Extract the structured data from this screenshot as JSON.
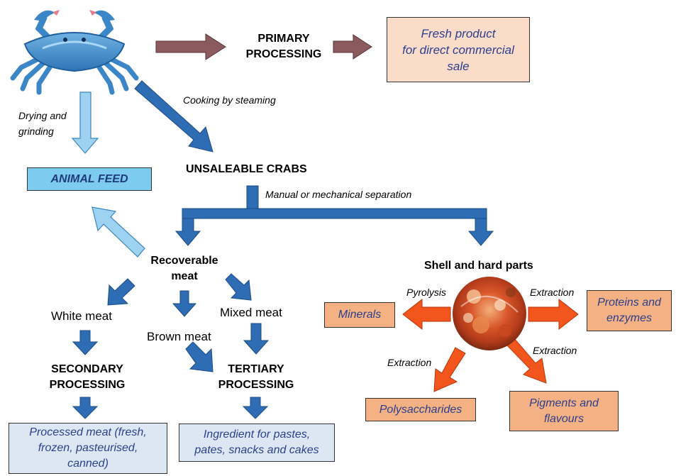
{
  "nodes": {
    "primary_processing": "PRIMARY\nPROCESSING",
    "fresh_product": "Fresh product\nfor direct commercial\nsale",
    "animal_feed": "ANIMAL FEED",
    "unsaleable_crabs": "UNSALEABLE CRABS",
    "recoverable_meat": "Recoverable\nmeat",
    "shell_hard_parts": "Shell and hard parts",
    "white_meat": "White meat",
    "brown_meat": "Brown meat",
    "mixed_meat": "Mixed meat",
    "secondary_processing": "SECONDARY\nPROCESSING",
    "tertiary_processing": "TERTIARY\nPROCESSING",
    "processed_meat": "Processed meat (fresh,\nfrozen, pasteurised,\ncanned)",
    "ingredient": "Ingredient for pastes,\npates, snacks and cakes",
    "minerals": "Minerals",
    "proteins_enzymes": "Proteins and\nenzymes",
    "polysaccharides": "Polysaccharides",
    "pigments_flavours": "Pigments and\nflavours"
  },
  "edge_labels": {
    "drying_grinding": "Drying and\ngrinding",
    "cooking_steaming": "Cooking by steaming",
    "separation": "Manual or mechanical separation",
    "pyrolysis": "Pyrolysis",
    "extraction_proteins": "Extraction",
    "extraction_pigments": "Extraction",
    "extraction_polysaccharides": "Extraction"
  },
  "colors": {
    "dark_blue_arrow": "#2e6db4",
    "light_blue_arrow": "#9dd3f0",
    "brown_arrow": "#8a5a5e",
    "orange_arrow": "#f2561d",
    "fresh_box_fill": "#fbdcc8",
    "feed_box_fill": "#7ecbf0",
    "output_box_fill": "#dde7f4",
    "shell_box_fill": "#f4b183"
  },
  "icons": {
    "crab": "blue-crab-illustration",
    "shell_photo": "crab-shell-parts-photo"
  }
}
